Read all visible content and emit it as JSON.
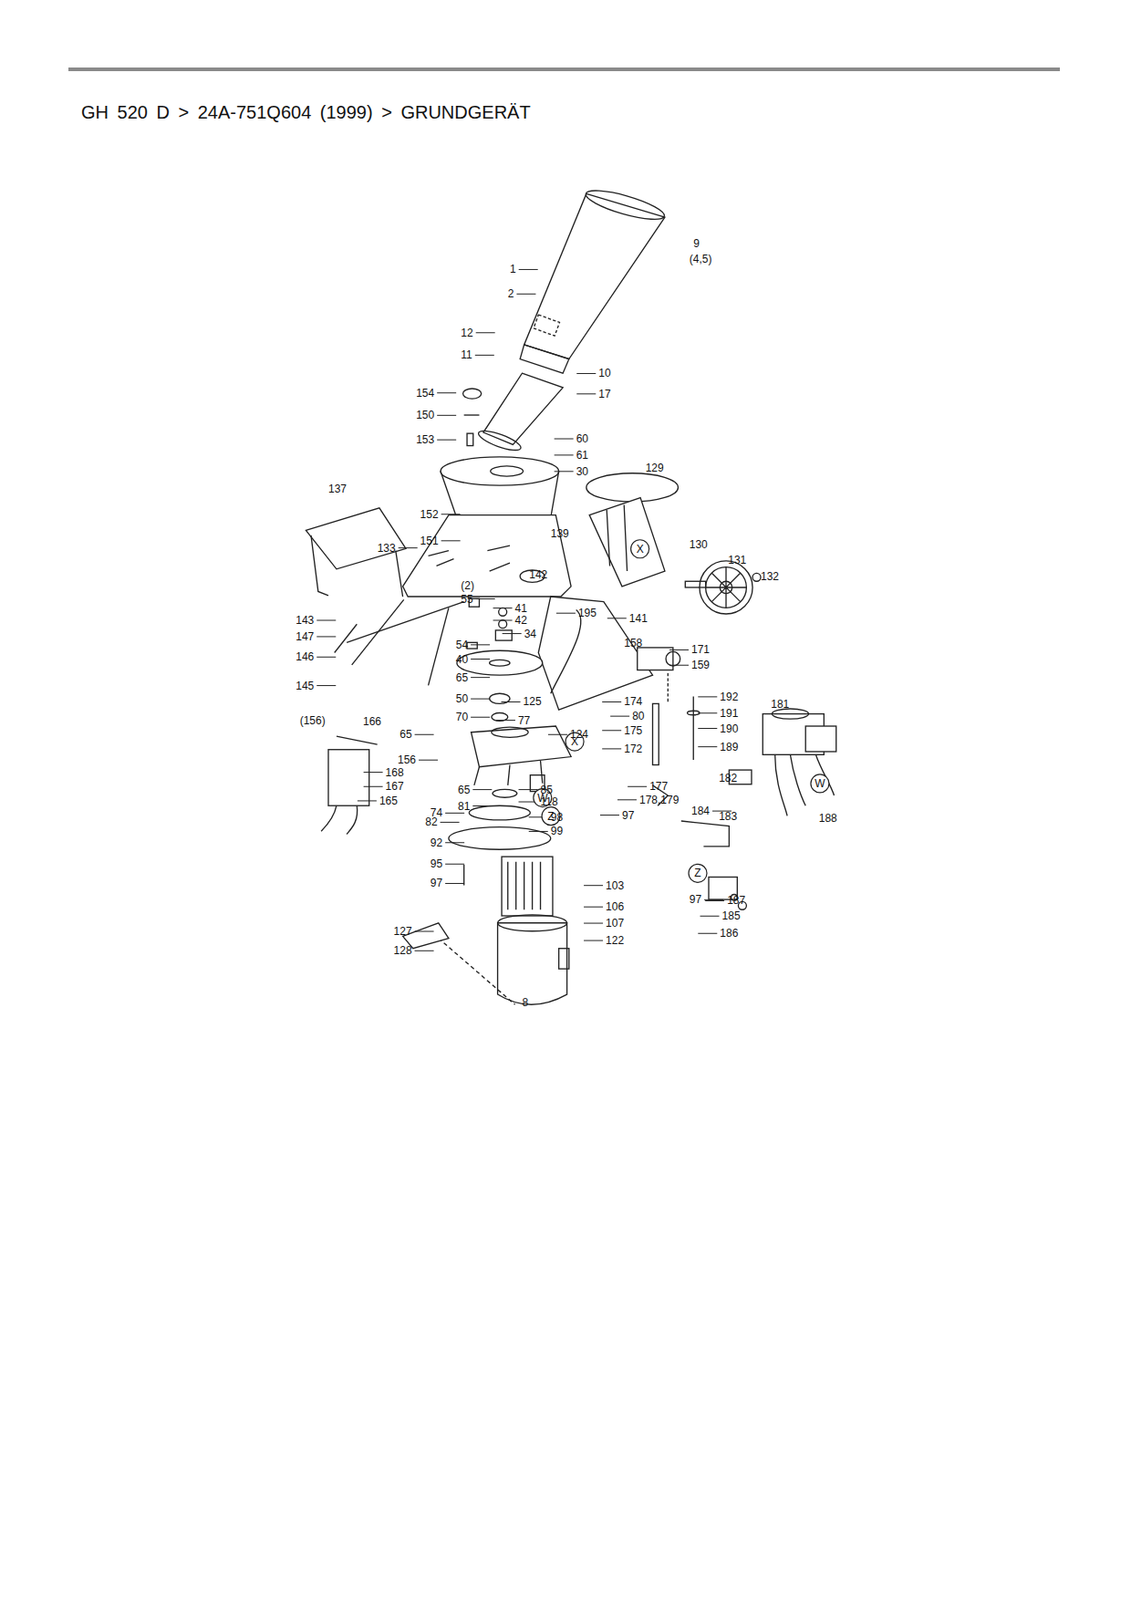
{
  "diagram": {
    "title": "GH 520 D > 24A-751Q604 (1999) > GRUNDGERÄT",
    "labels": [
      "9",
      "(4,5)",
      "1",
      "2",
      "12",
      "11",
      "10",
      "17",
      "154",
      "150",
      "153",
      "60",
      "61",
      "30",
      "129",
      "137",
      "152",
      "151",
      "139",
      "133",
      "(2)",
      "142",
      "130",
      "131",
      "132",
      "143",
      "147",
      "146",
      "145",
      "55",
      "41",
      "42",
      "34",
      "54",
      "40",
      "65",
      "50",
      "70",
      "195",
      "141",
      "158",
      "171",
      "159",
      "125",
      "124",
      "174",
      "80",
      "175",
      "172",
      "192",
      "191",
      "190",
      "189",
      "181",
      "(156)",
      "166",
      "65",
      "77",
      "156",
      "168",
      "167",
      "165",
      "65",
      "85",
      "81",
      "118",
      "74",
      "98",
      "82",
      "99",
      "177",
      "178,179",
      "97",
      "182",
      "188",
      "184",
      "183",
      "92",
      "95",
      "97",
      "103",
      "106",
      "107",
      "122",
      "127",
      "128",
      "97",
      "187",
      "185",
      "186",
      "X",
      "X",
      "W",
      "Z",
      "W",
      "Z",
      "8"
    ]
  }
}
